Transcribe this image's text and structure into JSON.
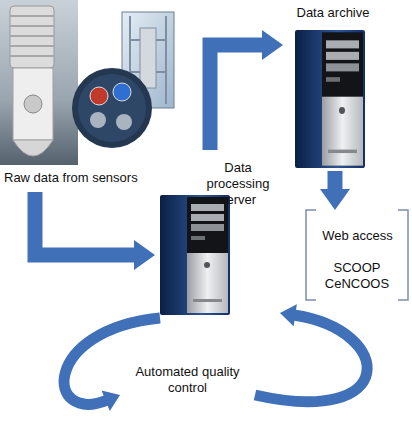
{
  "diagram": {
    "nodes": [
      {
        "text": [
          "Raw data from sensors"
        ]
      },
      {
        "text": [
          "Data processing server"
        ]
      },
      {
        "text": [
          "Data archive"
        ]
      },
      {
        "text": [
          "Web access",
          "SCOOP CeNCOOS"
        ]
      },
      {
        "text": [
          "Automated quality control"
        ]
      }
    ],
    "edges": [
      {
        "from": 0,
        "to": 1,
        "arrow": "to"
      },
      {
        "from": 1,
        "to": 2,
        "arrow": "to"
      },
      {
        "from": 2,
        "to": 3,
        "arrow": "to"
      },
      {
        "from": 1,
        "to": 4,
        "arrow": "to"
      },
      {
        "from": 4,
        "to": 1,
        "arrow": "to"
      }
    ]
  }
}
